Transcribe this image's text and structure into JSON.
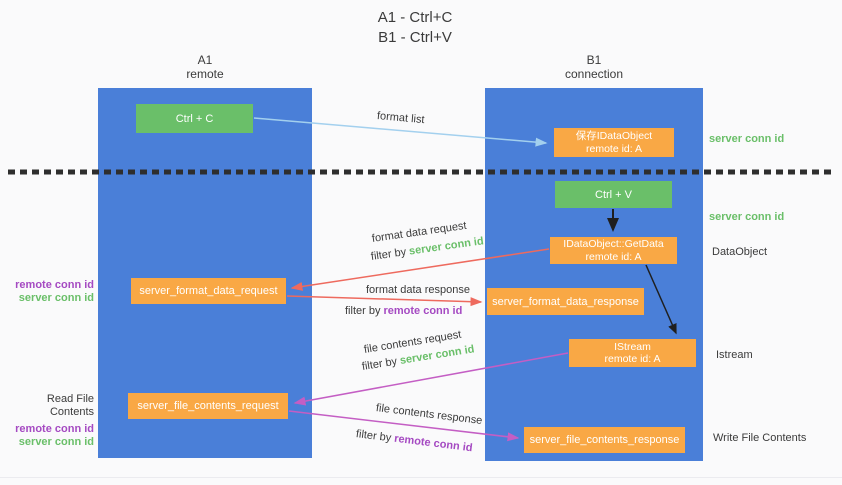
{
  "title": {
    "line1": "A1 - Ctrl+C",
    "line2": "B1 - Ctrl+V"
  },
  "lanes": {
    "a1": {
      "name": "A1",
      "subtitle": "remote"
    },
    "b1": {
      "name": "B1",
      "subtitle": "connection"
    }
  },
  "nodes": {
    "ctrl_c": {
      "label": "Ctrl + C"
    },
    "ctrl_v": {
      "label": "Ctrl + V"
    },
    "save_dataobject": {
      "line1": "保存IDataObject",
      "line2": "remote id: A"
    },
    "getdata": {
      "line1": "IDataObject::GetData",
      "line2": "remote id: A"
    },
    "istream": {
      "line1": "IStream",
      "line2": "remote id: A"
    },
    "server_format_data_request": {
      "label": "server_format_data_request"
    },
    "server_format_data_response": {
      "label": "server_format_data_response"
    },
    "server_file_contents_request": {
      "label": "server_file_contents_request"
    },
    "server_file_contents_response": {
      "label": "server_file_contents_response"
    }
  },
  "annotations": {
    "format_list": "format list",
    "format_data_request": "format data request",
    "format_data_response": "format data response",
    "file_contents_request": "file contents request",
    "file_contents_response": "file contents response",
    "filter_by": "filter by",
    "server_conn_id": "server conn id",
    "remote_conn_id": "remote conn id"
  },
  "side_labels": {
    "right_server_conn_id_top": "server conn id",
    "right_server_conn_id_mid": "server conn id",
    "dataobject": "DataObject",
    "istream": "Istream",
    "write_file_contents": "Write File Contents",
    "read_file_contents": "Read File Contents",
    "left_remote_conn_id_top": "remote conn id",
    "left_server_conn_id_top": "server conn id",
    "left_remote_conn_id_bottom": "remote conn id",
    "left_server_conn_id_bottom": "server conn id"
  },
  "colors": {
    "lane_blue": "#4a7fd8",
    "node_green": "#6abf69",
    "node_orange": "#f9a845",
    "accent_green": "#6abf69",
    "accent_purple": "#a54ac2",
    "arrow_red": "#ee6a5e",
    "arrow_magenta": "#c45ec4",
    "arrow_light_blue": "#a3d0ee",
    "arrow_black": "#1f1f1f",
    "divider_black": "#2e2e2e"
  }
}
